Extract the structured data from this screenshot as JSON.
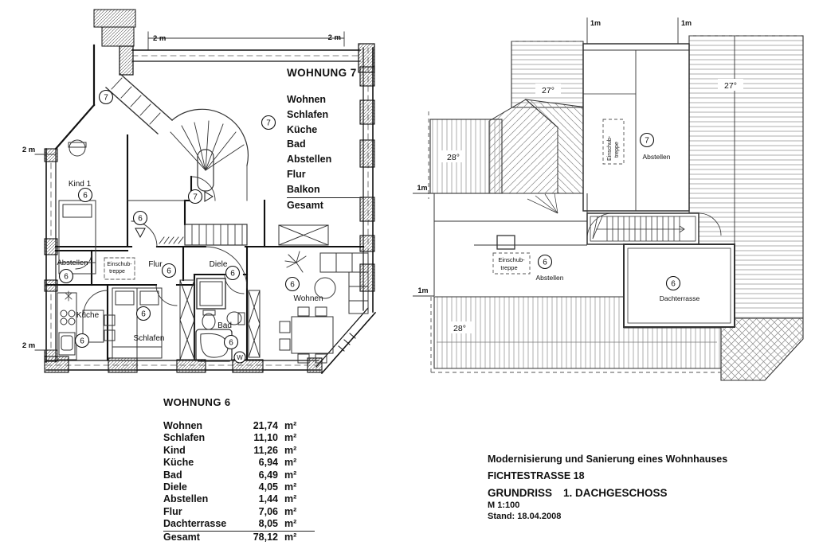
{
  "apartment7": {
    "title": "WOHNUNG 7",
    "rooms": [
      "Wohnen",
      "Schlafen",
      "Küche",
      "Bad",
      "Abstellen",
      "Flur",
      "Balkon",
      "Gesamt"
    ]
  },
  "apartment6_table": {
    "title": "WOHNUNG 6",
    "unit": "m²",
    "rows": [
      {
        "label": "Wohnen",
        "value": "21,74"
      },
      {
        "label": "Schlafen",
        "value": "11,10"
      },
      {
        "label": "Kind",
        "value": "11,26"
      },
      {
        "label": "Küche",
        "value": "6,94"
      },
      {
        "label": "Bad",
        "value": "6,49"
      },
      {
        "label": "Diele",
        "value": "4,05"
      },
      {
        "label": "Abstellen",
        "value": "1,44"
      },
      {
        "label": "Flur",
        "value": "7,06"
      },
      {
        "label": "Dachterrasse",
        "value": "8,05"
      },
      {
        "label": "Gesamt",
        "value": "78,12"
      }
    ]
  },
  "title_block": {
    "line1": "Modernisierung und Sanierung eines Wohnhauses",
    "line2": "FICHTESTRASSE 18",
    "line3_part1": "GRUNDRISS",
    "line3_part2": "1. DACHGESCHOSS",
    "line4": "M 1:100",
    "line5": "Stand: 18.04.2008"
  },
  "floor_plan": {
    "rooms": {
      "kind1": "Kind 1",
      "abstellen": "Abstellen",
      "kueche": "Küche",
      "schlafen": "Schlafen",
      "bad": "Bad",
      "diele": "Diele",
      "flur": "Flur",
      "wohnen": "Wohnen"
    },
    "einschubtreppe": {
      "line1": "Einschub-",
      "line2": "treppe"
    },
    "markers": {
      "unit6": "6",
      "unit7": "7",
      "washer": "W"
    },
    "dims": {
      "top_left": "2 m",
      "top_right": "2 m",
      "left_upper": "2 m",
      "left_lower": "2 m"
    }
  },
  "roof_plan": {
    "rooms": {
      "abstellen7": "Abstellen",
      "abstellen6": "Abstellen",
      "dachterrasse": "Dachterrasse"
    },
    "einschubtreppe": {
      "line1": "Einschub-",
      "line2": "treppe"
    },
    "angles": {
      "top_left": "27°",
      "right": "27°",
      "left": "28°",
      "bottom": "28°"
    },
    "dims": {
      "top_left": "1m",
      "top_right": "1m",
      "left_upper": "1m",
      "left_lower": "1m"
    },
    "markers": {
      "unit6": "6",
      "unit7": "7"
    }
  }
}
